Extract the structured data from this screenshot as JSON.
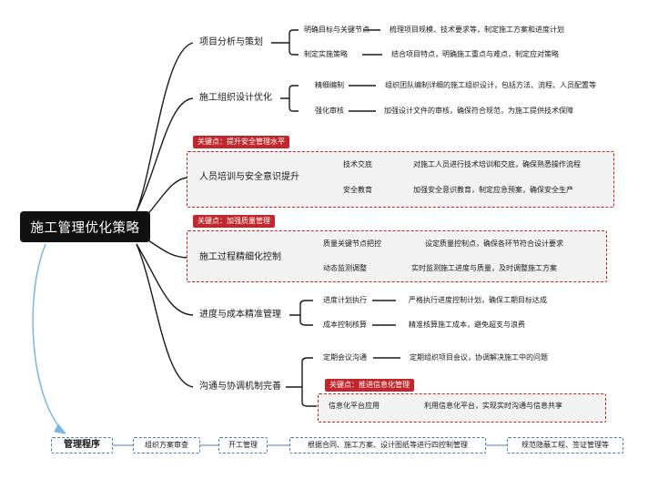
{
  "root": {
    "label": "施工管理优化策略"
  },
  "branches": [
    {
      "label": "项目分析与策划",
      "items": [
        {
          "label": "明确目标与关键节点",
          "detail": "梳理项目规模、技术要求等，制定施工方案和进度计划"
        },
        {
          "label": "制定实施策略",
          "detail": "结合项目特点，明确施工重点与难点，制定应对策略"
        }
      ]
    },
    {
      "label": "施工组织设计优化",
      "items": [
        {
          "label": "精细编制",
          "detail": "组织团队编制详细的施工组织设计，包括方法、流程、人员配置等"
        },
        {
          "label": "强化审核",
          "detail": "加强设计文件的审核，确保符合规范，为施工提供技术保障"
        }
      ]
    },
    {
      "label": "人员培训与安全意识提升",
      "key_point": "关键点：提升安全管理水平",
      "items": [
        {
          "label": "技术交底",
          "detail": "对施工人员进行技术培训和交底，确保熟悉操作流程"
        },
        {
          "label": "安全教育",
          "detail": "加强安全意识教育，制定应急预案，确保安全生产"
        }
      ]
    },
    {
      "label": "施工过程精细化控制",
      "key_point": "关键点：加强质量管理",
      "items": [
        {
          "label": "质量关键节点把控",
          "detail": "设定质量控制点，确保各环节符合设计要求"
        },
        {
          "label": "动态监测调整",
          "detail": "实时监测施工进度与质量，及时调整施工方案"
        }
      ]
    },
    {
      "label": "进度与成本精准管理",
      "items": [
        {
          "label": "进度计划执行",
          "detail": "严格执行进度控制计划，确保工期目标达成"
        },
        {
          "label": "成本控制核算",
          "detail": "精准核算施工成本，避免超支与浪费"
        }
      ]
    },
    {
      "label": "沟通与协调机制完善",
      "items": [
        {
          "label": "定期会议沟通",
          "detail": "定期组织项目会议，协调解决施工中的问题"
        },
        {
          "label": "信息化平台应用",
          "detail": "利用信息化平台，实现实时沟通与信息共享",
          "key_point": "关键点：推进信息化管理"
        }
      ]
    }
  ],
  "procedure": {
    "label": "管理程序",
    "steps": [
      "组织方案审查",
      "开工管理",
      "根据合同、施工方案、设计图纸等进行四控制管理",
      "规范隐蔽工程、签证管理等"
    ]
  },
  "colors": {
    "highlight": "#c0282d",
    "procedure_border": "#4a7fb5",
    "root_bg": "#111111"
  }
}
